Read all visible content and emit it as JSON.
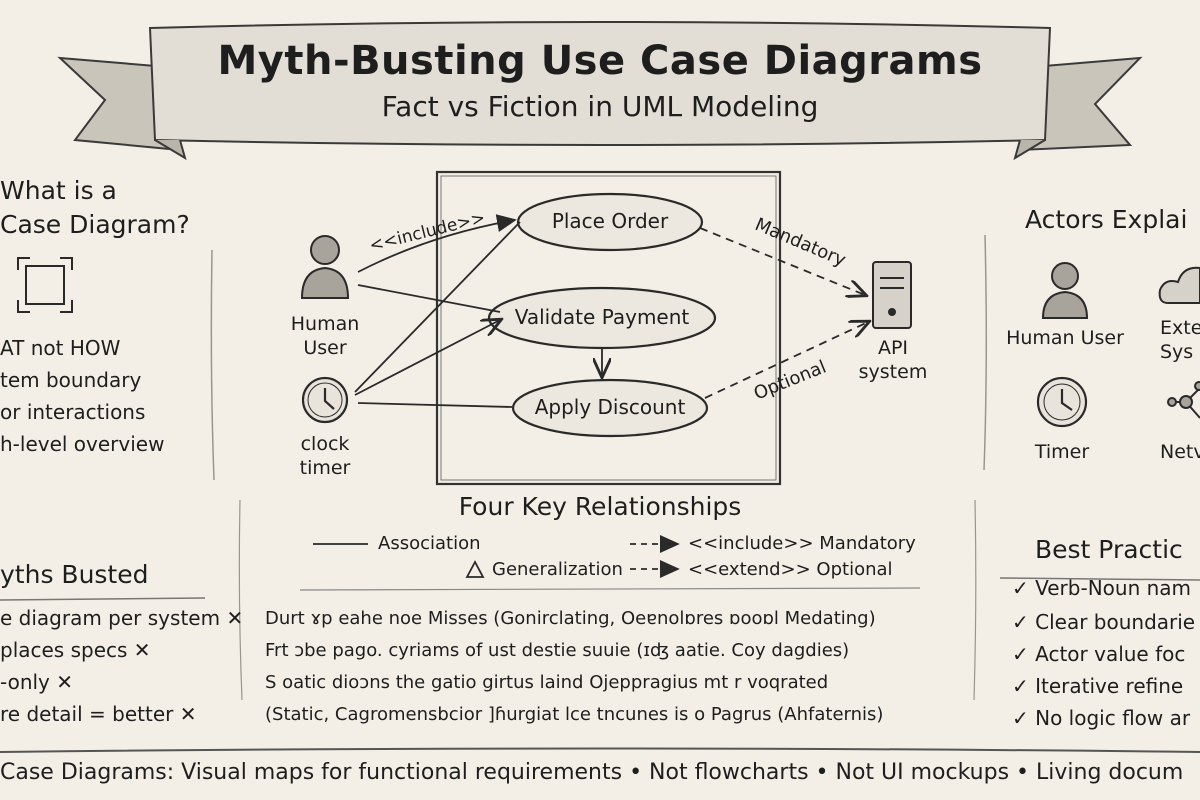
{
  "banner": {
    "title": "Myth-Busting Use Case Diagrams",
    "subtitle": "Fact vs Fiction in UML Modeling"
  },
  "left_panel": {
    "heading_line1": "What is a",
    "heading_line2": "Case Diagram?",
    "points": [
      "AT not HOW",
      "tem boundary",
      "or interactions",
      "h-level overview"
    ]
  },
  "diagram": {
    "actors": {
      "human_user": "Human\nUser",
      "clock_timer": "clock\ntimer",
      "api_system": "API\nsystem"
    },
    "use_cases": [
      "Place Order",
      "Validate Payment",
      "Apply Discount"
    ],
    "labels": {
      "include": "<<include>>",
      "mandatory": "Mandatory",
      "optional": "Optional"
    }
  },
  "actors_panel": {
    "heading": "Actors Explai",
    "items": [
      "Human User",
      "Exte\nSys",
      "Timer",
      "Netv"
    ]
  },
  "relationships": {
    "heading": "Four Key Relationships",
    "association": "Association",
    "include": "<<include>> Mandatory",
    "generalization": "Generalization",
    "extend": "<<extend>> Optional"
  },
  "myths": {
    "heading": "yths Busted",
    "items": [
      "e diagram per system",
      "places specs",
      "-only",
      "re detail = better"
    ]
  },
  "scribble_lines": [
    "Durt ɤp eahe noe Misses (Gonirclating, Oeɐnolɒres ɒooɒl Medating)",
    "Frt ɔbe pago. cyriams of ust destie suuie (ɪʤ aatie. Coy dagdies)",
    "S oatic dioɔns the gatio girtus laind Ojeppragius mt r voqrated",
    "(Static, Cagromensbcior ]ɦurgiat lce tncunes is o Pagrus (Ahfaternis)"
  ],
  "best_practices": {
    "heading": "Best Practic",
    "items": [
      "Verb-Noun nam",
      "Clear boundarie",
      "Actor value foc",
      "Iterative refine",
      "No logic flow ar"
    ]
  },
  "footer": "Case Diagrams: Visual maps for functional requirements • Not flowcharts • Not UI mockups • Living docum"
}
